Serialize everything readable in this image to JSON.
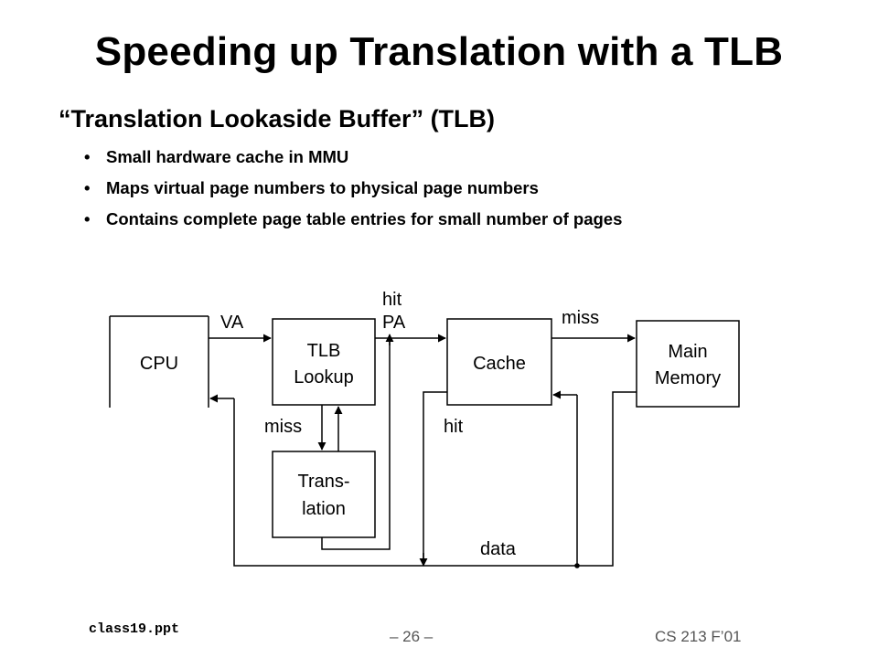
{
  "slide": {
    "title": "Speeding up Translation with a TLB",
    "subheading": "“Translation Lookaside Buffer” (TLB)",
    "bullets": [
      "Small hardware cache in MMU",
      "Maps virtual page numbers to  physical page numbers",
      "Contains complete page table entries for small number of pages"
    ],
    "bullet_symbol": "•"
  },
  "diagram": {
    "boxes": {
      "cpu": "CPU",
      "tlb_line1": "TLB",
      "tlb_line2": "Lookup",
      "cache": "Cache",
      "memory_line1": "Main",
      "memory_line2": "Memory",
      "translation_line1": "Trans-",
      "translation_line2": "lation"
    },
    "labels": {
      "va": "VA",
      "hit_top": "hit",
      "pa": "PA",
      "miss_top": "miss",
      "miss_tlb": "miss",
      "hit_cache": "hit",
      "data": "data"
    }
  },
  "footer": {
    "file": "class19.ppt",
    "page": "– 26 –",
    "course": "CS 213 F’01"
  }
}
